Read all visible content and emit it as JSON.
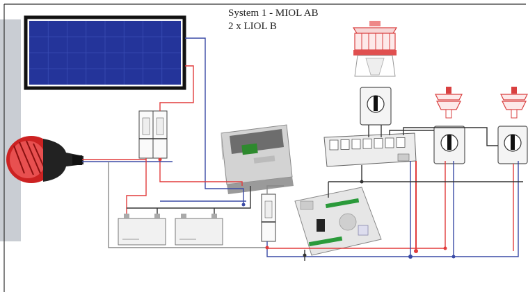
{
  "title": {
    "line1": "System 1 - MIOL AB",
    "line2": "2 x LIOL B"
  },
  "colors": {
    "wire_red": "#e23b3b",
    "wire_blue": "#3a4aa6",
    "wire_black": "#333333",
    "wire_gray": "#888888",
    "panel_blue": "#24349a",
    "panel_frame": "#111111",
    "light_red": "#d94040",
    "device_gray": "#d9d9d9"
  },
  "components": {
    "solar_panel": "solar-panel",
    "wind_turbine": "wind-turbine",
    "charge_controller": "charge-controller",
    "batteries": [
      "battery-1",
      "battery-2"
    ],
    "fuse_holders": [
      "fuse-holder-top",
      "fuse-holder-bottom"
    ],
    "relay_board": "relay-board",
    "controller_board": "controller-board",
    "switches": [
      "switch-1",
      "switch-2",
      "switch-3"
    ],
    "lights": [
      "lighthouse-light-large",
      "light-2",
      "light-3"
    ]
  }
}
